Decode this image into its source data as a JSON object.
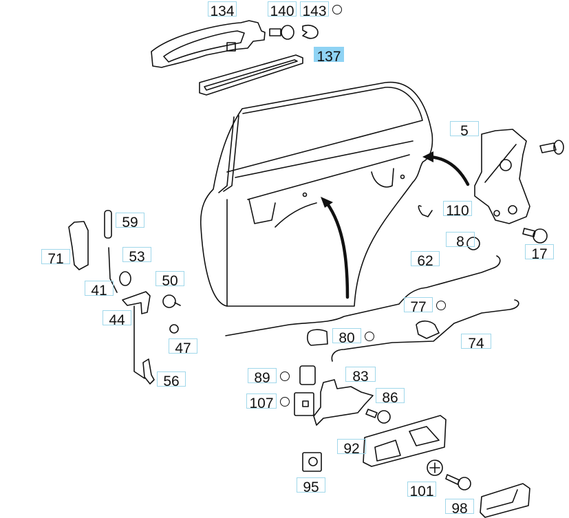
{
  "diagram": {
    "title": "Rear door lock and handle parts",
    "selected_part": "137",
    "colors": {
      "callout_border": "#9fd7ea",
      "selected_fill": "#8fd3f4",
      "line": "#111111"
    },
    "callouts": [
      {
        "id": "134",
        "label": "134",
        "has_marker": false
      },
      {
        "id": "140",
        "label": "140",
        "has_marker": false
      },
      {
        "id": "143",
        "label": "143",
        "has_marker": true
      },
      {
        "id": "137",
        "label": "137",
        "has_marker": false,
        "selected": true
      },
      {
        "id": "5",
        "label": "5",
        "has_marker": false
      },
      {
        "id": "110",
        "label": "110",
        "has_marker": false
      },
      {
        "id": "8",
        "label": "8",
        "has_marker": false
      },
      {
        "id": "17",
        "label": "17",
        "has_marker": false
      },
      {
        "id": "62",
        "label": "62",
        "has_marker": false
      },
      {
        "id": "77",
        "label": "77",
        "has_marker": true
      },
      {
        "id": "74",
        "label": "74",
        "has_marker": false
      },
      {
        "id": "80",
        "label": "80",
        "has_marker": true
      },
      {
        "id": "59",
        "label": "59",
        "has_marker": false
      },
      {
        "id": "71",
        "label": "71",
        "has_marker": false
      },
      {
        "id": "53",
        "label": "53",
        "has_marker": false
      },
      {
        "id": "50",
        "label": "50",
        "has_marker": false
      },
      {
        "id": "41",
        "label": "41",
        "has_marker": false
      },
      {
        "id": "44",
        "label": "44",
        "has_marker": false
      },
      {
        "id": "47",
        "label": "47",
        "has_marker": false
      },
      {
        "id": "56",
        "label": "56",
        "has_marker": false
      },
      {
        "id": "89",
        "label": "89",
        "has_marker": true
      },
      {
        "id": "83",
        "label": "83",
        "has_marker": false
      },
      {
        "id": "107",
        "label": "107",
        "has_marker": true
      },
      {
        "id": "86",
        "label": "86",
        "has_marker": false
      },
      {
        "id": "92",
        "label": "92",
        "has_marker": false
      },
      {
        "id": "95",
        "label": "95",
        "has_marker": false
      },
      {
        "id": "101",
        "label": "101",
        "has_marker": false
      },
      {
        "id": "98",
        "label": "98",
        "has_marker": false
      }
    ]
  }
}
